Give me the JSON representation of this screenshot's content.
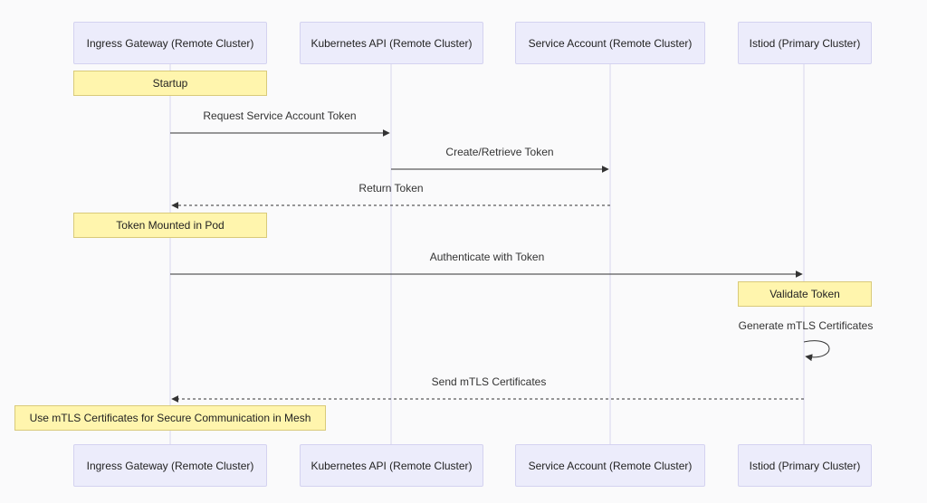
{
  "participants": [
    {
      "id": "gateway",
      "label": "Ingress Gateway (Remote Cluster)"
    },
    {
      "id": "k8sapi",
      "label": "Kubernetes API (Remote Cluster)"
    },
    {
      "id": "serviceaccount",
      "label": "Service Account (Remote Cluster)"
    },
    {
      "id": "istiod",
      "label": "Istiod (Primary Cluster)"
    }
  ],
  "notes": {
    "startup": "Startup",
    "token_mounted": "Token Mounted in Pod",
    "validate_token": "Validate Token",
    "use_mtls": "Use mTLS Certificates for Secure Communication in Mesh"
  },
  "messages": {
    "request_token": "Request Service Account Token",
    "create_retrieve": "Create/Retrieve Token",
    "return_token": "Return Token",
    "authenticate": "Authenticate with Token",
    "generate_mtls": "Generate mTLS Certificates",
    "send_mtls": "Send mTLS Certificates"
  },
  "colors": {
    "actor_fill": "#ececfb",
    "actor_border": "#d4d2f0",
    "note_fill": "#fff5ad",
    "note_border": "#d9ca7a",
    "lifeline": "#d8d6ee",
    "arrow": "#333333"
  }
}
